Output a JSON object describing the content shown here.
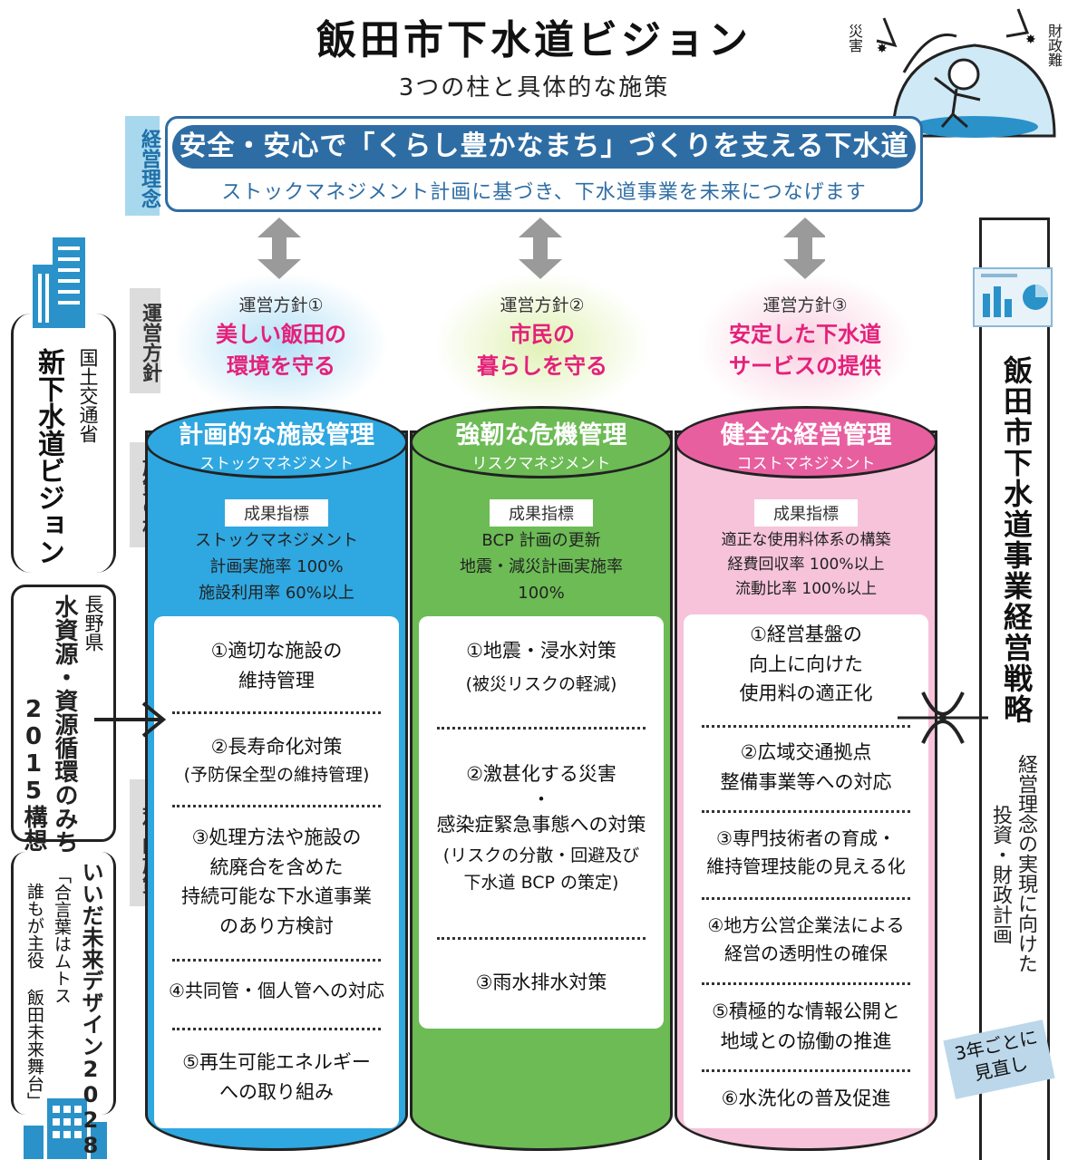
{
  "header": {
    "title": "飯田市下水道ビジョン",
    "subtitle": "3つの柱と具体的な施策"
  },
  "corner_illustration": {
    "left_label": "災害",
    "right_label": "財政難"
  },
  "side_tags": {
    "keiei_rinen": "経営理念",
    "unei_hoshin": "運営方針",
    "shisaku_hashira": "施策の柱",
    "gutaiteki_shisaku": "具体的施策"
  },
  "philosophy": {
    "main": "安全・安心で「くらし豊かなまち」づくりを支える下水道",
    "sub": "ストックマネジメント計画に基づき、下水道事業を未来につなげます"
  },
  "policies": [
    {
      "label": "運営方針①",
      "name_line1": "美しい飯田の",
      "name_line2": "環境を守る"
    },
    {
      "label": "運営方針②",
      "name_line1": "市民の",
      "name_line2": "暮らしを守る"
    },
    {
      "label": "運営方針③",
      "name_line1": "安定した下水道",
      "name_line2": "サービスの提供"
    }
  ],
  "pillars": [
    {
      "title": "計画的な施設管理",
      "subtitle": "ストックマネジメント",
      "kpi_header": "成果指標",
      "kpis": [
        "ストックマネジメント",
        "計画実施率 100%",
        "施設利用率 60%以上"
      ],
      "measures": [
        [
          "①適切な施設の",
          "維持管理"
        ],
        [
          "②長寿命化対策",
          "(予防保全型の維持管理)"
        ],
        [
          "③処理方法や施設の",
          "統廃合を含めた",
          "持続可能な下水道事業",
          "のあり方検討"
        ],
        [
          "④共同管・個人管への対応"
        ],
        [
          "⑤再生可能エネルギー",
          "への取り組み"
        ]
      ]
    },
    {
      "title": "強靭な危機管理",
      "subtitle": "リスクマネジメント",
      "kpi_header": "成果指標",
      "kpis": [
        "BCP 計画の更新",
        "地震・減災計画実施率",
        "100%"
      ],
      "measures": [
        [
          "①地震・浸水対策",
          "(被災リスクの軽減)"
        ],
        [
          "②激甚化する災害",
          "・",
          "感染症緊急事態への対策",
          "(リスクの分散・回避及び",
          "下水道 BCP の策定)"
        ],
        [
          "③雨水排水対策"
        ]
      ]
    },
    {
      "title": "健全な経営管理",
      "subtitle": "コストマネジメント",
      "kpi_header": "成果指標",
      "kpis": [
        "適正な使用料体系の構築",
        "経費回収率 100%以上",
        "流動比率 100%以上"
      ],
      "measures": [
        [
          "①経営基盤の",
          "向上に向けた",
          "使用料の適正化"
        ],
        [
          "②広域交通拠点",
          "整備事業等への対応"
        ],
        [
          "③専門技術者の育成・",
          "維持管理技能の見える化"
        ],
        [
          "④地方公営企業法による",
          "経営の透明性の確保"
        ],
        [
          "⑤積極的な情報公開と",
          "地域との協働の推進"
        ],
        [
          "⑥水洗化の普及促進"
        ]
      ]
    }
  ],
  "left_column": {
    "box1_small": "国土交通省",
    "box1_big": "新下水道ビジョン",
    "box2_small": "長野県",
    "box2_big1": "水資源・資源循環のみち",
    "box2_big2": "2015構想",
    "box3_big": "いいだ未来デザイン2028",
    "box3_small1": "「合言葉はムトス",
    "box3_small2": "誰もが主役 飯田未来舞台」"
  },
  "right_column": {
    "main": "飯田市下水道事業経営戦略",
    "sub1": "経営理念の実現に向けた",
    "sub2": "投資・財政計画",
    "review": "3年ごとに見直し"
  },
  "colors": {
    "blue": "#2e6da4",
    "pink": "#e4207a",
    "pillar_blue": "#2fa7e0",
    "pillar_green": "#6cbb55",
    "pillar_pink": "#e85fa0"
  }
}
